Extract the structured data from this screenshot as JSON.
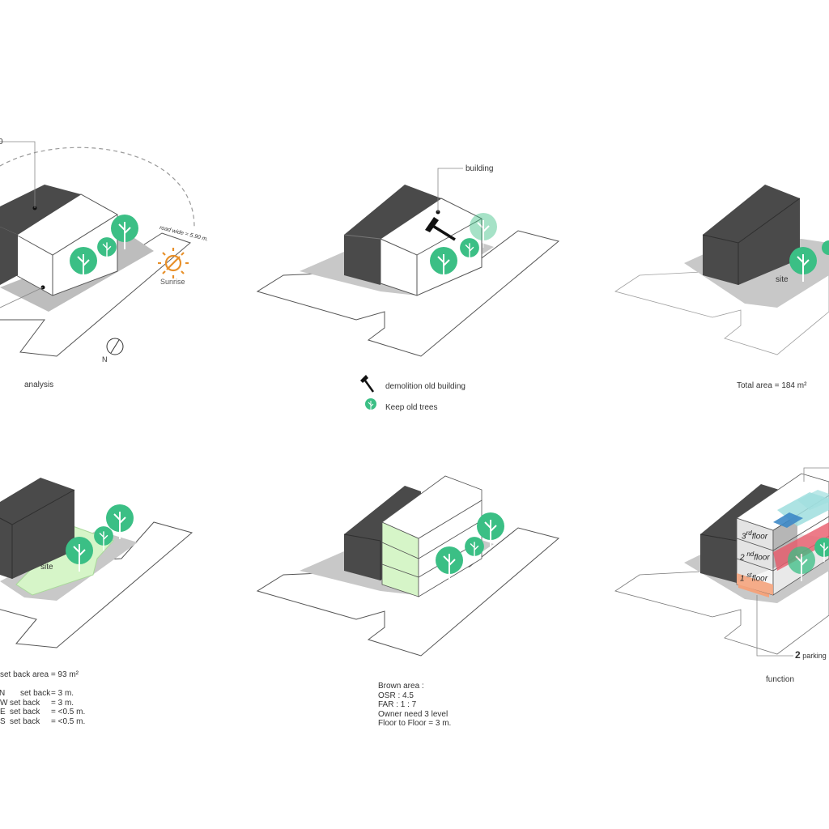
{
  "panels": {
    "analysis": {
      "caption": "analysis",
      "road_label": "road  wide  =  5.90  m.",
      "sunrise": "Sunrise",
      "north": "N",
      "top_fragment": "0"
    },
    "demolition": {
      "building_label": "building",
      "legend": [
        {
          "icon": "hammer-icon",
          "text": "demolition old building"
        },
        {
          "icon": "tree-icon",
          "text": "Keep old trees"
        }
      ]
    },
    "total": {
      "site_label": "site",
      "caption": "Total  area = 184  m²"
    },
    "setback": {
      "site_label": "site",
      "caption": "set back area = 93 m²",
      "rows": [
        {
          "dir": "N",
          "label": "set back",
          "value": "=  3 m."
        },
        {
          "dir": "W",
          "label": "set back",
          "value": "=  3 m."
        },
        {
          "dir": "E",
          "label": "set back",
          "value": "=  <0.5 m."
        },
        {
          "dir": "S",
          "label": "set back",
          "value": "=  <0.5 m."
        }
      ]
    },
    "volume": {
      "lines": [
        "Brown area  :",
        "OSR  : 4.5",
        "FAR   : 1 : 7",
        "Owner need  3  level",
        "Floor to Floor  = 3 m."
      ]
    },
    "function": {
      "caption": "function",
      "floors": [
        {
          "num": "3",
          "sup": "rd",
          "word": "floor"
        },
        {
          "num": "2",
          "sup": "nd",
          "word": "floor"
        },
        {
          "num": "1",
          "sup": "st",
          "word": "floor"
        }
      ],
      "parking_count": "2",
      "parking_word": "parking"
    }
  },
  "colors": {
    "dark_block": "#4a4a4a",
    "tree_green": "#3bbf85",
    "site_green": "#d6f5c8",
    "sun_orange": "#e8902a",
    "floor3": "#9fdede",
    "floor2": "#e85a6a",
    "floor1": "#f4a37c"
  }
}
